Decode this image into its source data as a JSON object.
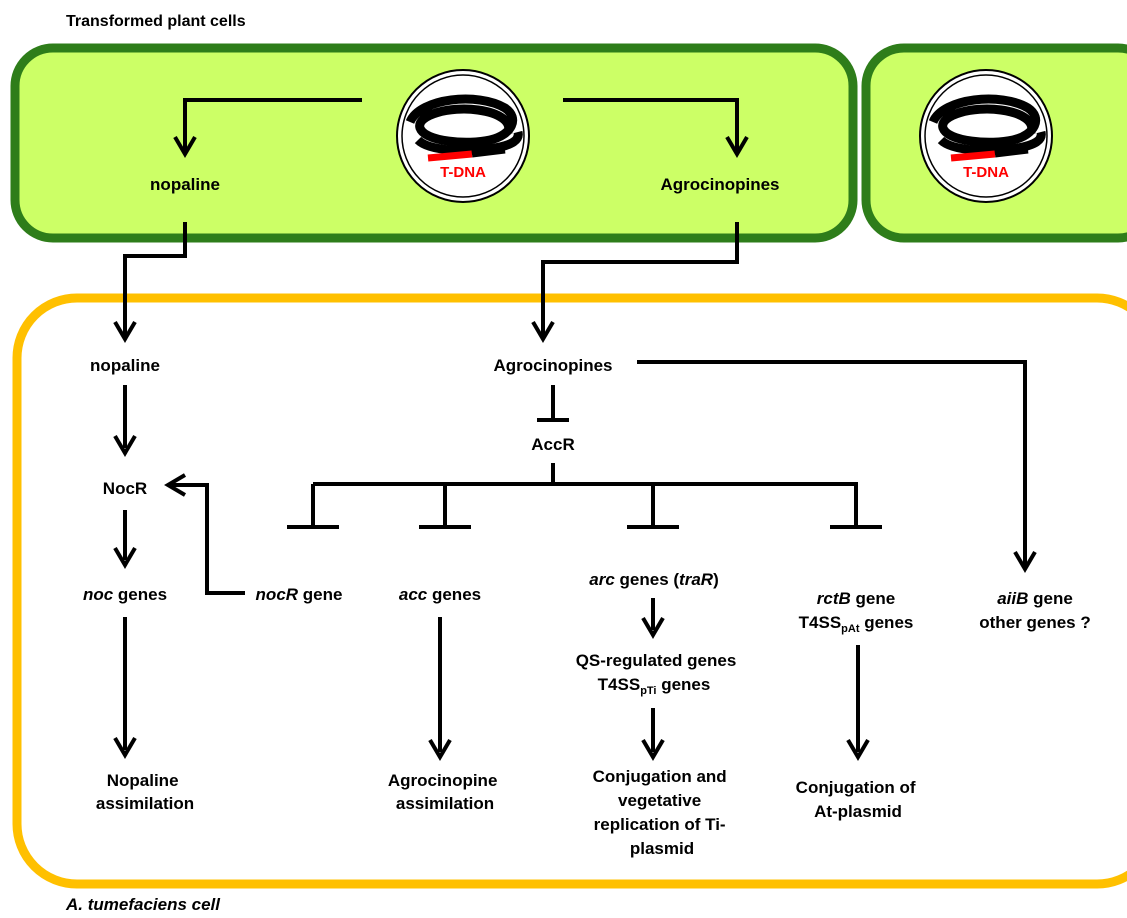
{
  "title_plant": "Transformed plant cells",
  "title_bacterium": "A. tumefaciens cell",
  "colors": {
    "plant_fill": "#ccff66",
    "plant_border": "#2e7d1a",
    "bacterium_border": "#ffc000",
    "tdna_red": "#ff0000",
    "line": "#000000"
  },
  "plant": {
    "tdna_label": "T-DNA",
    "nopaline": "nopaline",
    "agrocinopines": "Agrocinopines"
  },
  "bacterium": {
    "nopaline": "nopaline",
    "nocr": "NocR",
    "noc_genes": {
      "gene": "noc",
      "rest": " genes"
    },
    "nopaline_assim": [
      "Nopaline",
      "assimilation"
    ],
    "agrocinopines": "Agrocinopines",
    "accr": "AccR",
    "nocr_gene": {
      "gene": "nocR",
      "rest": " gene"
    },
    "acc_genes": {
      "gene": "acc",
      "rest": " genes"
    },
    "arc_genes": {
      "gene": "arc",
      "mid": " genes (",
      "gene2": "traR",
      "end": ")"
    },
    "rctb": {
      "gene": "rctB",
      "rest": " gene"
    },
    "t4ss_pat": {
      "base": "T4SS",
      "sub": "pAt",
      "rest": " genes"
    },
    "aiib": {
      "gene": "aiiB",
      "rest": " gene"
    },
    "other_genes": "other genes ?",
    "qs_genes": "QS-regulated genes",
    "t4ss_pti": {
      "base": "T4SS",
      "sub": "pTi",
      "rest": " genes"
    },
    "agro_assim": [
      "Agrocinopine",
      "assimilation"
    ],
    "conj_ti": [
      "Conjugation and",
      "vegetative",
      "replication of Ti-",
      "plasmid"
    ],
    "conj_at": [
      "Conjugation of",
      "At-plasmid"
    ]
  }
}
